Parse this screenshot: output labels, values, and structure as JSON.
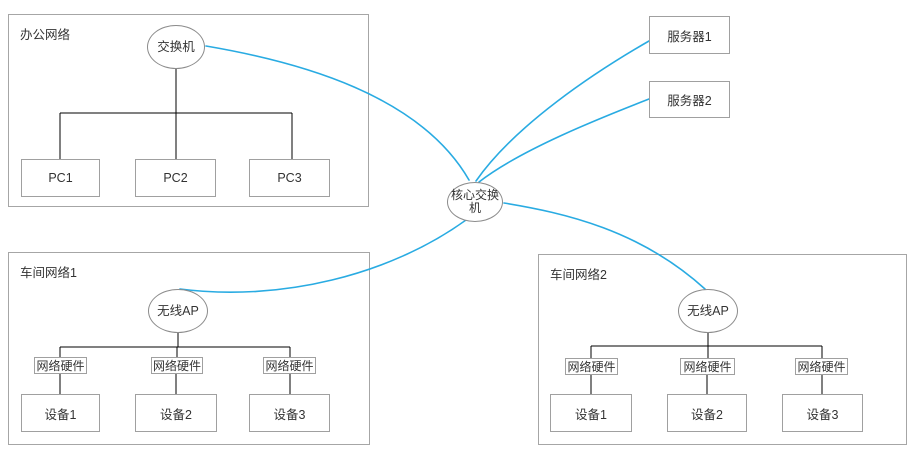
{
  "diagram": {
    "title": "network-topology",
    "office": {
      "label": "办公网络",
      "switch": "交换机",
      "pcs": [
        "PC1",
        "PC2",
        "PC3"
      ]
    },
    "servers": {
      "server1": "服务器1",
      "server2": "服务器2"
    },
    "core": {
      "label": "核心交换机"
    },
    "workshop1": {
      "label": "车间网络1",
      "ap": "无线AP",
      "hw": [
        "网络硬件",
        "网络硬件",
        "网络硬件"
      ],
      "devices": [
        "设备1",
        "设备2",
        "设备3"
      ]
    },
    "workshop2": {
      "label": "车间网络2",
      "ap": "无线AP",
      "hw": [
        "网络硬件",
        "网络硬件",
        "网络硬件"
      ],
      "devices": [
        "设备1",
        "设备2",
        "设备3"
      ]
    }
  },
  "colors": {
    "link": "#29ABE2",
    "tree": "#000000",
    "container-border": "#a6a6a6",
    "node-border": "#a0a0a0",
    "ellipse-border": "#8c8c8c",
    "text": "#333333"
  }
}
